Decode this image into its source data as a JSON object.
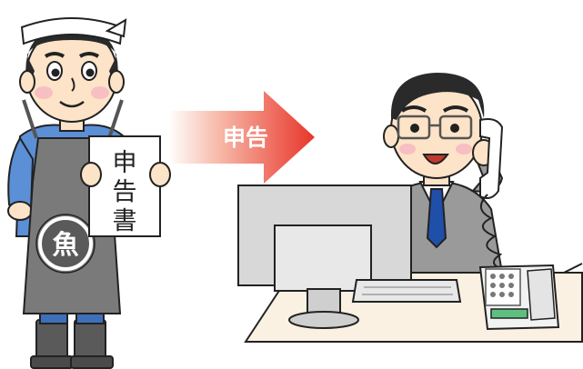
{
  "arrow": {
    "label": "申告",
    "color_start": "#ffffff",
    "color_end": "#e8352a"
  },
  "document": {
    "chars": [
      "申",
      "告",
      "書"
    ]
  },
  "apron_badge": {
    "char": "魚"
  },
  "colors": {
    "skin": "#fde3c8",
    "hair": "#2a2a2a",
    "apron": "#7a7a7a",
    "shirt_blue": "#5b8fd6",
    "suit": "#9a9a9a",
    "tie": "#1f4fa8",
    "monitor": "#d8d8d8",
    "desk": "#fbf1e2"
  },
  "icons": [
    "fish-vendor-figure",
    "office-worker-figure",
    "computer-monitor-icon",
    "keyboard-icon",
    "telephone-icon"
  ]
}
